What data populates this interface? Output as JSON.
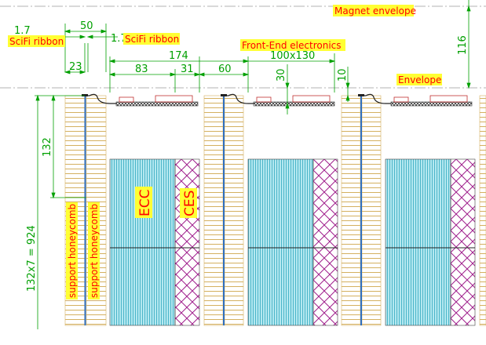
{
  "labels": {
    "magnet_envelope": "Magnet envelope",
    "scifi_ribbon": "SciFi ribbon",
    "front_end": "Front-End electronics",
    "envelope": "Envelope",
    "support_honeycomb": "support honeycomb",
    "ecc": "ECC",
    "ces": "CES"
  },
  "dimensions": {
    "d_1_7": "1.7",
    "d_50": "50",
    "d_23": "23",
    "d_174": "174",
    "d_83": "83",
    "d_31": "31",
    "d_60": "60",
    "d_100x130": "100x130",
    "d_30": "30",
    "d_10": "10",
    "d_116": "116",
    "d_132": "132",
    "d_total": "132x7 = 924"
  },
  "colors": {
    "label_highlight": "#ffff33",
    "label_text": "#ff0000",
    "dim_line": "#00a000",
    "honeycomb_line": "#d4b060",
    "ecc_fill": "#b4e8f0",
    "ecc_line": "#30a8c0",
    "ces_line": "#a0208c",
    "center_line": "#9a9a9a",
    "fiber": "#2f6fbf"
  }
}
